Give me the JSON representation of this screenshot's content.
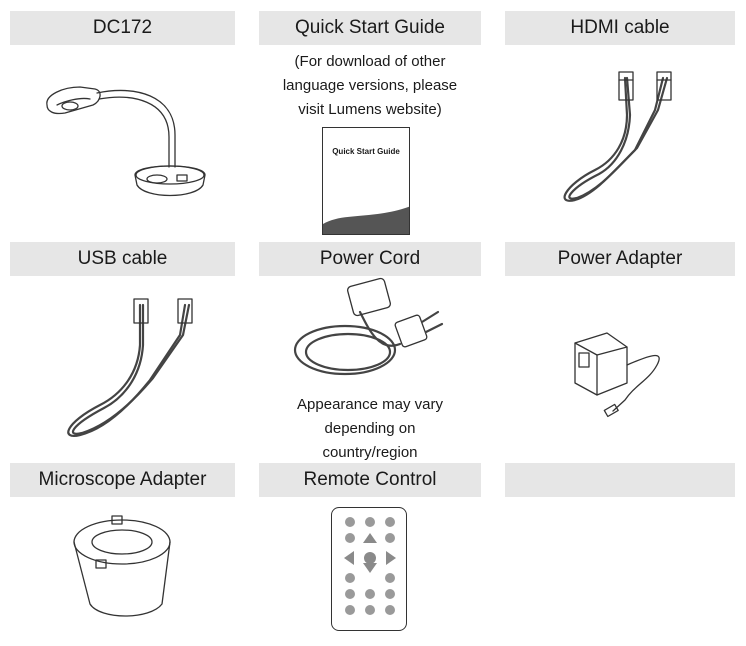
{
  "items": [
    {
      "label": "DC172"
    },
    {
      "label": "Quick Start Guide",
      "note": [
        "(For download of other",
        "language versions, please",
        "visit Lumens website)"
      ],
      "cover_title": "Quick Start Guide"
    },
    {
      "label": "HDMI cable"
    },
    {
      "label": "USB cable"
    },
    {
      "label": "Power Cord",
      "note": [
        "Appearance may vary",
        "depending on",
        "country/region"
      ]
    },
    {
      "label": "Power Adapter"
    },
    {
      "label": "Microscope Adapter"
    },
    {
      "label": "Remote Control"
    },
    {
      "label": ""
    }
  ]
}
